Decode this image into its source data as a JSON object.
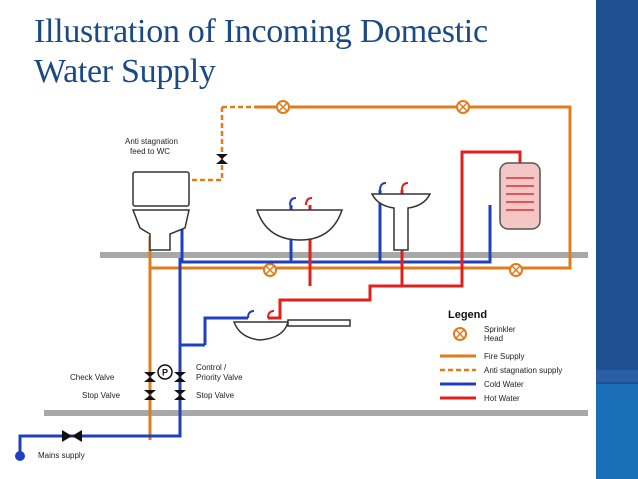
{
  "slide": {
    "title_line1": "Illustration of Incoming Domestic",
    "title_line2": "Water Supply"
  },
  "colors": {
    "fire": "#e07b1e",
    "cold": "#1f3fbf",
    "hot": "#e0201c",
    "floor": "#a8a8a8",
    "title": "#1a4a84",
    "sidebar": "#1e4f8f"
  },
  "labels": {
    "anti_stagnation_1": "Anti stagnation",
    "anti_stagnation_2": "feed to WC",
    "check_valve": "Check Valve",
    "stop_valve_left": "Stop Valve",
    "control_1": "Control /",
    "control_2": "Priority Valve",
    "stop_valve_right": "Stop Valve",
    "mains_supply": "Mains supply",
    "pump_symbol": "P"
  },
  "legend": {
    "title": "Legend",
    "sprinkler_1": "Sprinkler",
    "sprinkler_2": "Head",
    "fire_supply": "Fire Supply",
    "anti_stagnation_supply": "Anti stagnation supply",
    "cold_water": "Cold Water",
    "hot_water": "Hot Water"
  }
}
